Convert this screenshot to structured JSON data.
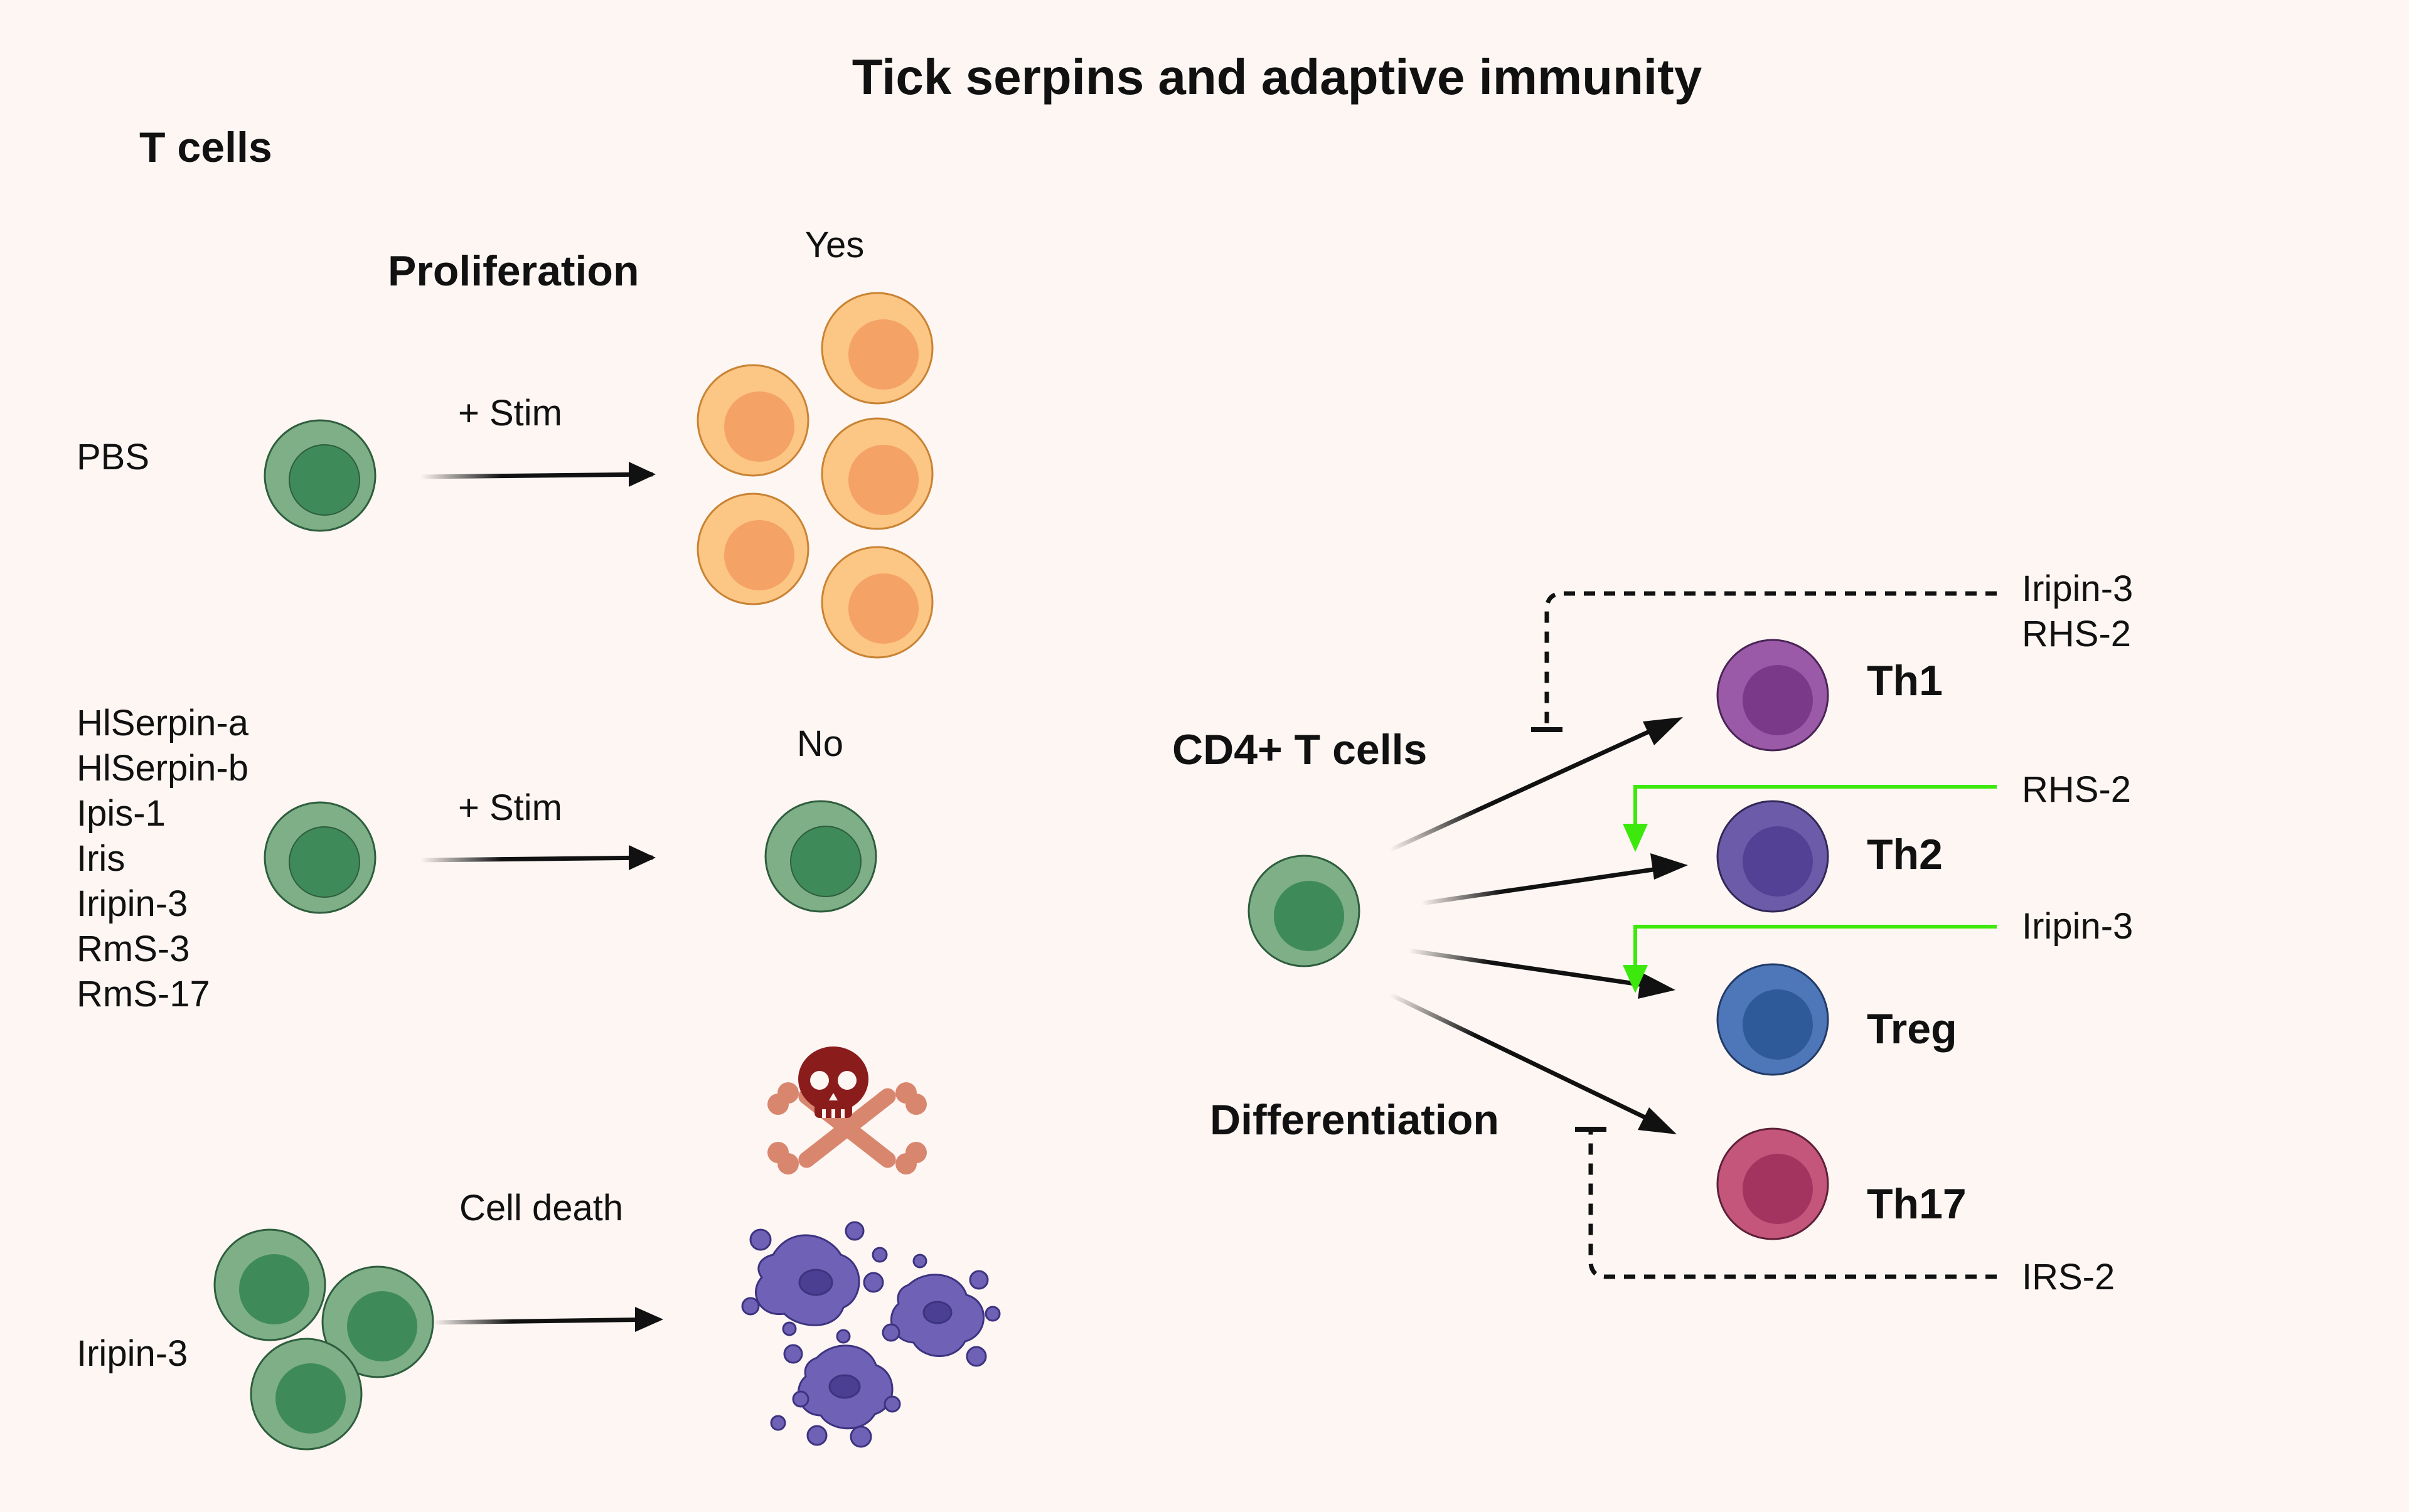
{
  "title": "Tick serpins and adaptive immunity",
  "left_panel": {
    "heading": "T cells",
    "proliferation_label": "Proliferation",
    "rows": [
      {
        "treatments": [
          "PBS"
        ],
        "arrow_label": "+ Stim",
        "outcome": "Yes"
      },
      {
        "treatments": [
          "HlSerpin-a",
          "HlSerpin-b",
          "Ipis-1",
          "Iris",
          "Iripin-3",
          "RmS-3",
          "RmS-17"
        ],
        "arrow_label": "+ Stim",
        "outcome": "No"
      },
      {
        "treatments": [
          "Iripin-3"
        ],
        "arrow_label": "Cell death",
        "outcome": ""
      }
    ]
  },
  "right_panel": {
    "source_cell": "CD4+ T cells",
    "process_label": "Differentiation",
    "subsets": [
      "Th1",
      "Th2",
      "Treg",
      "Th17"
    ],
    "regulators": {
      "th1_inhibit": [
        "Iripin-3",
        "RHS-2"
      ],
      "th2_promote": "RHS-2",
      "treg_promote": "Iripin-3",
      "th17_inhibit": "IRS-2"
    }
  },
  "colors": {
    "background": "#fdf6f3",
    "naive_cell": "#7eaf87",
    "naive_nucleus": "#3f8a59",
    "proliferating_cell": "#fcc685",
    "proliferating_nucleus": "#f4a265",
    "dead_cell": "#6f62b6",
    "skull": "#8b1c1c",
    "crossbones": "#d9866f",
    "th1": "#9a5aa8",
    "th2": "#6c5ba9",
    "treg": "#4d77b8",
    "th17": "#c4567b",
    "promote_arrow": "#3de80d"
  }
}
